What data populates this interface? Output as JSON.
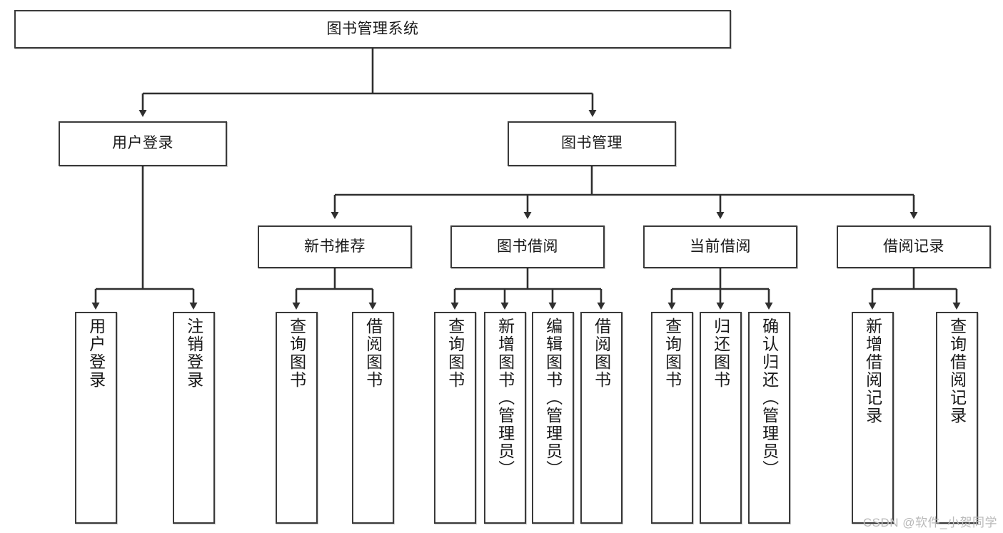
{
  "diagram": {
    "type": "tree",
    "title": "图书管理系统",
    "colors": {
      "box_border": "#3a3a3a",
      "box_fill": "#ffffff",
      "edge": "#2f2f2f",
      "text": "#1a1a1a",
      "watermark": "#b9b9b9"
    },
    "levels": {
      "root": {
        "label": "图书管理系统"
      },
      "level2": [
        {
          "id": "user-login",
          "label": "用户登录"
        },
        {
          "id": "book-management",
          "label": "图书管理"
        }
      ],
      "level3": [
        {
          "id": "new-book-recommend",
          "label": "新书推荐"
        },
        {
          "id": "book-borrow",
          "label": "图书借阅"
        },
        {
          "id": "current-borrow",
          "label": "当前借阅"
        },
        {
          "id": "borrow-record",
          "label": "借阅记录"
        }
      ],
      "leaves": {
        "user-login": [
          {
            "id": "leaf-user-login",
            "label": "用户登录"
          },
          {
            "id": "leaf-logout",
            "label": "注销登录"
          }
        ],
        "new-book-recommend": [
          {
            "id": "leaf-query-book-1",
            "label": "查询图书"
          },
          {
            "id": "leaf-borrow-book-1",
            "label": "借阅图书"
          }
        ],
        "book-borrow": [
          {
            "id": "leaf-query-book-2",
            "label": "查询图书"
          },
          {
            "id": "leaf-add-book",
            "label": "新增图书（管理员）"
          },
          {
            "id": "leaf-edit-book",
            "label": "编辑图书（管理员）"
          },
          {
            "id": "leaf-borrow-book-2",
            "label": "借阅图书"
          }
        ],
        "current-borrow": [
          {
            "id": "leaf-query-book-3",
            "label": "查询图书"
          },
          {
            "id": "leaf-return-book",
            "label": "归还图书"
          },
          {
            "id": "leaf-confirm-return",
            "label": "确认归还（管理员）"
          }
        ],
        "borrow-record": [
          {
            "id": "leaf-add-record",
            "label": "新增借阅记录"
          },
          {
            "id": "leaf-query-record",
            "label": "查询借阅记录"
          }
        ]
      }
    },
    "edges": [
      {
        "from": "图书管理系统",
        "to": "用户登录"
      },
      {
        "from": "图书管理系统",
        "to": "图书管理"
      },
      {
        "from": "用户登录",
        "to": "用户登录"
      },
      {
        "from": "用户登录",
        "to": "注销登录"
      },
      {
        "from": "图书管理",
        "to": "新书推荐"
      },
      {
        "from": "图书管理",
        "to": "图书借阅"
      },
      {
        "from": "图书管理",
        "to": "当前借阅"
      },
      {
        "from": "图书管理",
        "to": "借阅记录"
      },
      {
        "from": "新书推荐",
        "to": "查询图书"
      },
      {
        "from": "新书推荐",
        "to": "借阅图书"
      },
      {
        "from": "图书借阅",
        "to": "查询图书"
      },
      {
        "from": "图书借阅",
        "to": "新增图书（管理员）"
      },
      {
        "from": "图书借阅",
        "to": "编辑图书（管理员）"
      },
      {
        "from": "图书借阅",
        "to": "借阅图书"
      },
      {
        "from": "当前借阅",
        "to": "查询图书"
      },
      {
        "from": "当前借阅",
        "to": "归还图书"
      },
      {
        "from": "当前借阅",
        "to": "确认归还（管理员）"
      },
      {
        "from": "借阅记录",
        "to": "新增借阅记录"
      },
      {
        "from": "借阅记录",
        "to": "查询借阅记录"
      }
    ]
  },
  "watermark": {
    "text": "CSDN @软件_小贺同学"
  }
}
